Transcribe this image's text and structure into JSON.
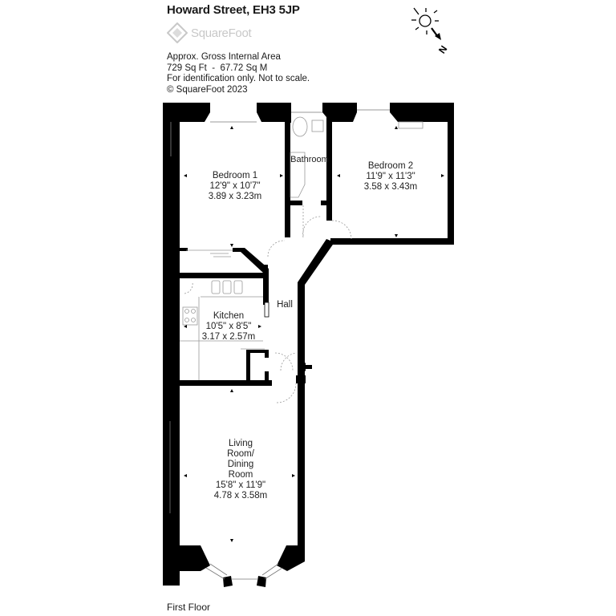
{
  "header": {
    "title": "Howard Street, EH3 5JP",
    "logo_text": "SquareFoot"
  },
  "info": {
    "line1": "Approx. Gross Internal Area",
    "line2": "729 Sq Ft  -  67.72 Sq M",
    "line3": "For identification only. Not to scale.",
    "line4": "© SquareFoot 2023"
  },
  "compass": {
    "north_label": "N",
    "icon": "sun-compass-icon"
  },
  "rooms": {
    "bedroom1": {
      "name": "Bedroom 1",
      "imperial": "12'9\" x 10'7\"",
      "metric": "3.89 x 3.23m"
    },
    "bedroom2": {
      "name": "Bedroom 2",
      "imperial": "11'9\" x 11'3\"",
      "metric": "3.58 x 3.43m"
    },
    "bathroom": {
      "name": "Bathroom"
    },
    "kitchen": {
      "name": "Kitchen",
      "imperial": "10'5\" x 8'5\"",
      "metric": "3.17 x 2.57m"
    },
    "hall": {
      "name": "Hall"
    },
    "living": {
      "name_line1": "Living",
      "name_line2": "Room/",
      "name_line3": "Dining",
      "name_line4": "Room",
      "imperial": "15'8\" x 11'9\"",
      "metric": "4.78 x 3.58m"
    }
  },
  "floor": {
    "label": "First Floor"
  },
  "colors": {
    "wall": "#000000",
    "fixture": "#9a9a9a",
    "logo": "#c8c8c8"
  }
}
